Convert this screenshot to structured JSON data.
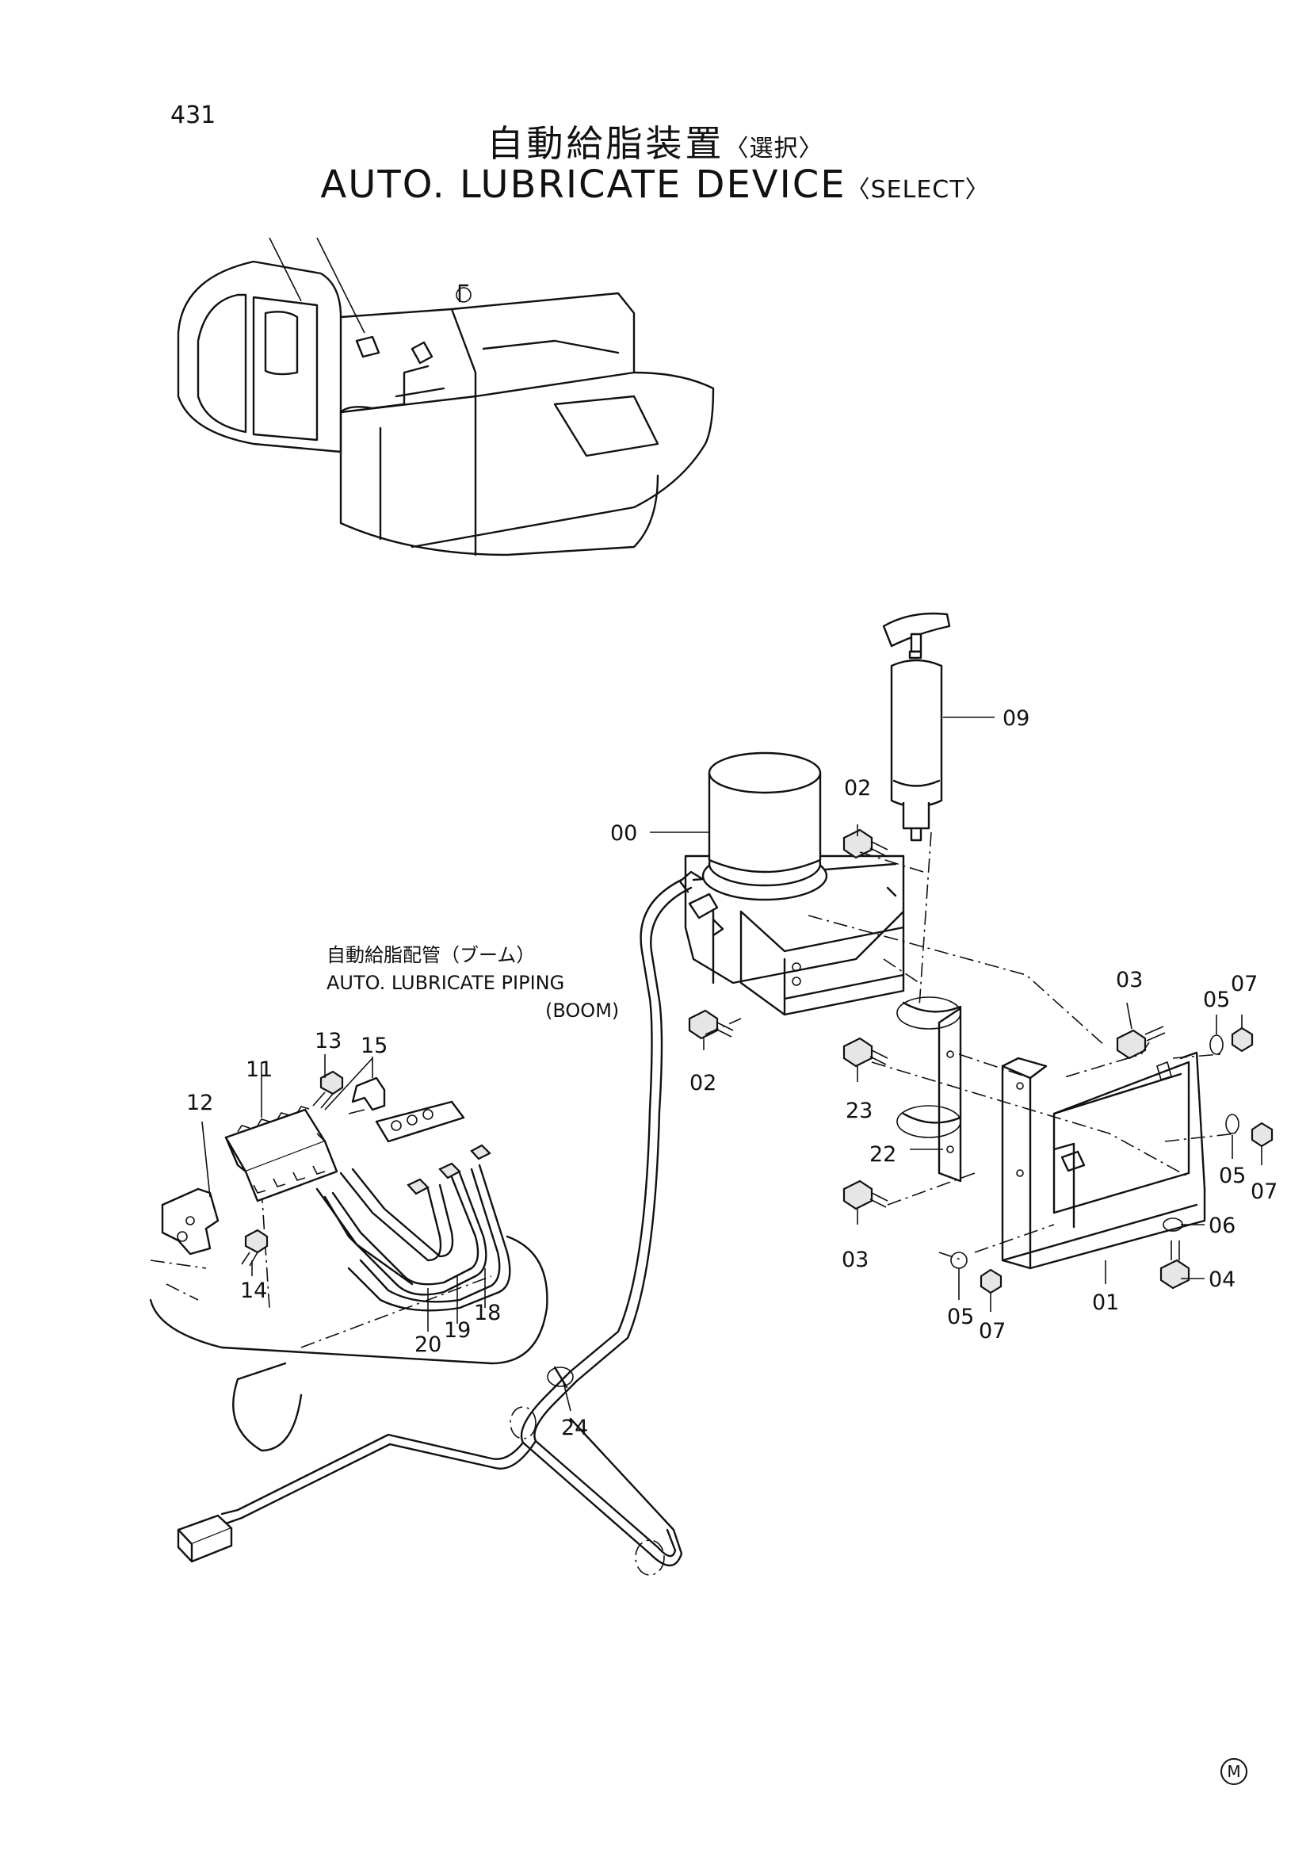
{
  "header": {
    "page_number": "431",
    "title_jp": "自動給脂装置",
    "title_jp_suffix": "〈選択〉",
    "title_en": "AUTO. LUBRICATE DEVICE",
    "title_en_suffix": "〈SELECT〉"
  },
  "sub_assembly": {
    "label_jp": "自動給脂配管（ブーム）",
    "label_en": "AUTO. LUBRICATE PIPING",
    "label_en_2": "(BOOM)"
  },
  "callouts": {
    "c00": "00",
    "c01": "01",
    "c02a": "02",
    "c02b": "02",
    "c03a": "03",
    "c03b": "03",
    "c04": "04",
    "c05a": "05",
    "c05b": "05",
    "c05c": "05",
    "c06": "06",
    "c07a": "07",
    "c07b": "07",
    "c07c": "07",
    "c09": "09",
    "c11": "11",
    "c12": "12",
    "c13": "13",
    "c14": "14",
    "c15": "15",
    "c18": "18",
    "c19": "19",
    "c20": "20",
    "c22": "22",
    "c23": "23",
    "c24": "24"
  },
  "footer": {
    "mark": "M"
  }
}
